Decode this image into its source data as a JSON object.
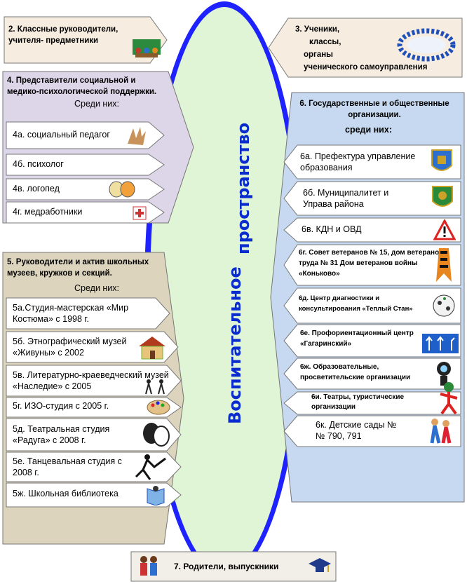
{
  "center": {
    "word1": "Воспитательное",
    "word2": "пространство"
  },
  "block2": {
    "label": "2. Классные руководители, учителя- предметники"
  },
  "block3": {
    "line1": "3. Ученики,",
    "line2": "классы,",
    "line3": "органы",
    "line4": "ученического  самоуправления"
  },
  "block4": {
    "title": "4. Представители социальной и медико-психологической поддержки.",
    "sub": "Среди них:",
    "items": [
      "4а. социальный  педагог",
      "4б. психолог",
      "4в. логопед",
      "4г. медработники"
    ]
  },
  "block5": {
    "title": "5. Руководители и актив школьных музеев, кружков и секций.",
    "sub": "Среди них:",
    "items": [
      "5а.Студия-мастерская «Мир Костюма» с 1998 г.",
      "5б. Этнографический музей «Живуны» с 2002",
      "5в. Литературно-краеведческий музей «Наследие» с 2005",
      "5г. ИЗО-студия  с  2005 г.",
      "5д. Театральная студия «Радуга» с 2008 г.",
      "5е. Танцевальная студия с 2008 г.",
      "5ж. Школьная библиотека"
    ]
  },
  "block6": {
    "title": "6.  Государственные и общественные организации.",
    "sub": "среди  них:",
    "items": [
      "6а. Префектура управление образования",
      "6б.  Муниципалитет и Управа района",
      "6в. КДН и ОВД",
      "6г. Совет ветеранов  № 15, дом ветеранов  труда № 31 Дом ветеранов войны «Коньково»",
      "6д. Центр диагностики и консультирования «Теплый Стан»",
      "6е. Профориентационный  центр «Гагаринский»",
      "6ж. Образовательные, просветительские  организации",
      "6и. Театры, туристические  организации",
      "6к. Детские сады №№ 790, 791"
    ]
  },
  "block7": {
    "label": "7. Родители, выпускники"
  }
}
